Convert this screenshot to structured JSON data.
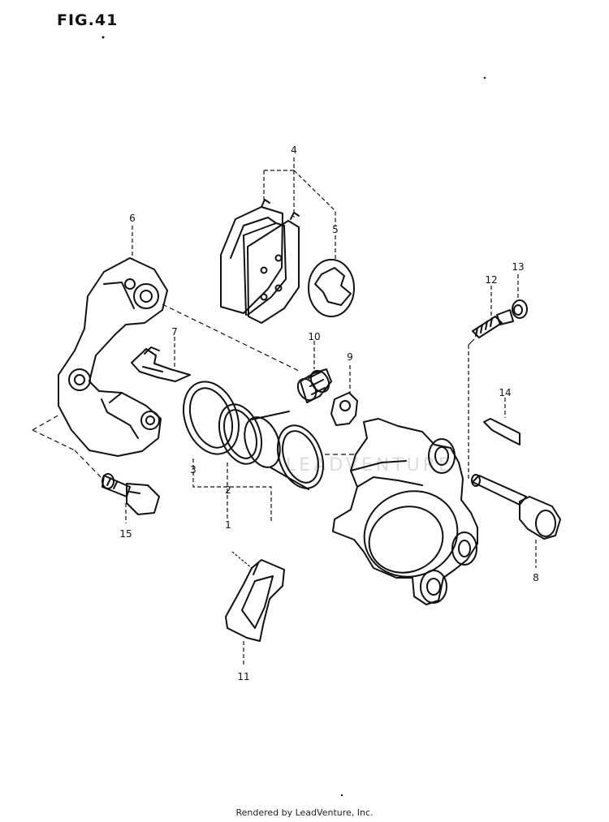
{
  "figure": {
    "title": "FIG.41"
  },
  "footer": {
    "text": "Rendered by LeadVenture, Inc."
  },
  "watermark": {
    "text": "LEADVENTURE"
  },
  "callouts": [
    {
      "id": "c1",
      "label": "1"
    },
    {
      "id": "c2",
      "label": "2"
    },
    {
      "id": "c3",
      "label": "3"
    },
    {
      "id": "c4",
      "label": "4"
    },
    {
      "id": "c5",
      "label": "5"
    },
    {
      "id": "c6",
      "label": "6"
    },
    {
      "id": "c7",
      "label": "7"
    },
    {
      "id": "c8",
      "label": "8"
    },
    {
      "id": "c9",
      "label": "9"
    },
    {
      "id": "c10",
      "label": "10"
    },
    {
      "id": "c11",
      "label": "11"
    },
    {
      "id": "c12",
      "label": "12"
    },
    {
      "id": "c13",
      "label": "13"
    },
    {
      "id": "c14",
      "label": "14"
    },
    {
      "id": "c15",
      "label": "15"
    }
  ],
  "colors": {
    "ink": "#111111",
    "paper": "#ffffff",
    "watermark": "#dcdcdc"
  }
}
